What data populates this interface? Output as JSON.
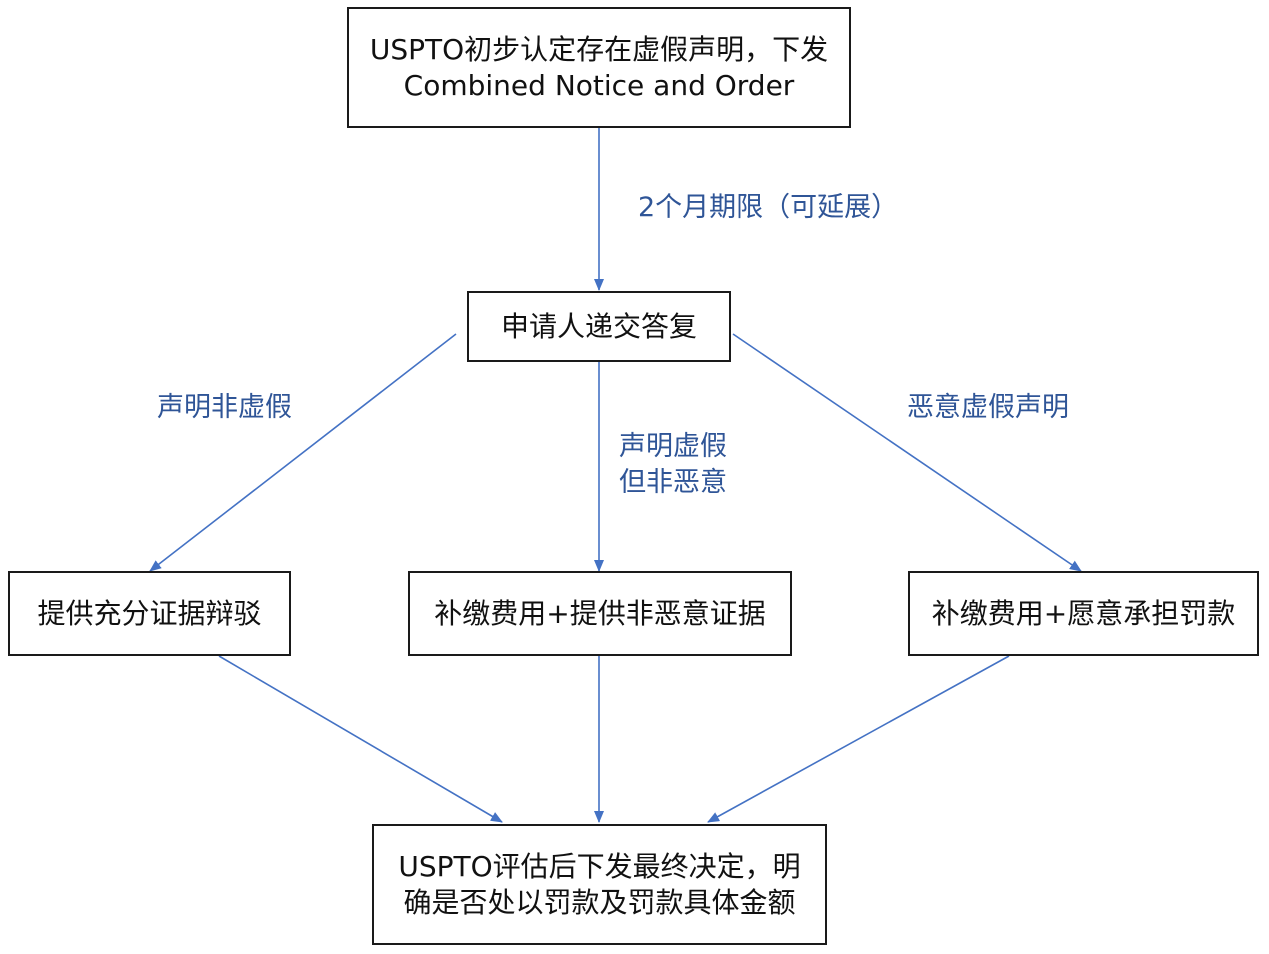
{
  "colors": {
    "node_border": "#1a1a1a",
    "node_text": "#111111",
    "edge_line": "#4472c4",
    "edge_label": "#2f5597"
  },
  "nodes": {
    "initial_notice": {
      "line1": "USPTO初步认定存在虚假声明，下发",
      "line2": "Combined Notice and Order"
    },
    "applicant_response": {
      "text": "申请人递交答复"
    },
    "rebut_evidence": {
      "text": "提供充分证据辩驳"
    },
    "pay_fee_evidence": {
      "text": "补缴费用+提供非恶意证据"
    },
    "pay_fee_penalty": {
      "text": "补缴费用+愿意承担罚款"
    },
    "final_decision": {
      "line1": "USPTO评估后下发最终决定，明",
      "line2": "确是否处以罚款及罚款具体金额"
    }
  },
  "edge_labels": {
    "deadline": "2个月期限（可延展）",
    "not_false": "声明非虚假",
    "false_not_malicious": {
      "line1": "声明虚假",
      "line2": "但非恶意"
    },
    "malicious_false": "恶意虚假声明"
  }
}
